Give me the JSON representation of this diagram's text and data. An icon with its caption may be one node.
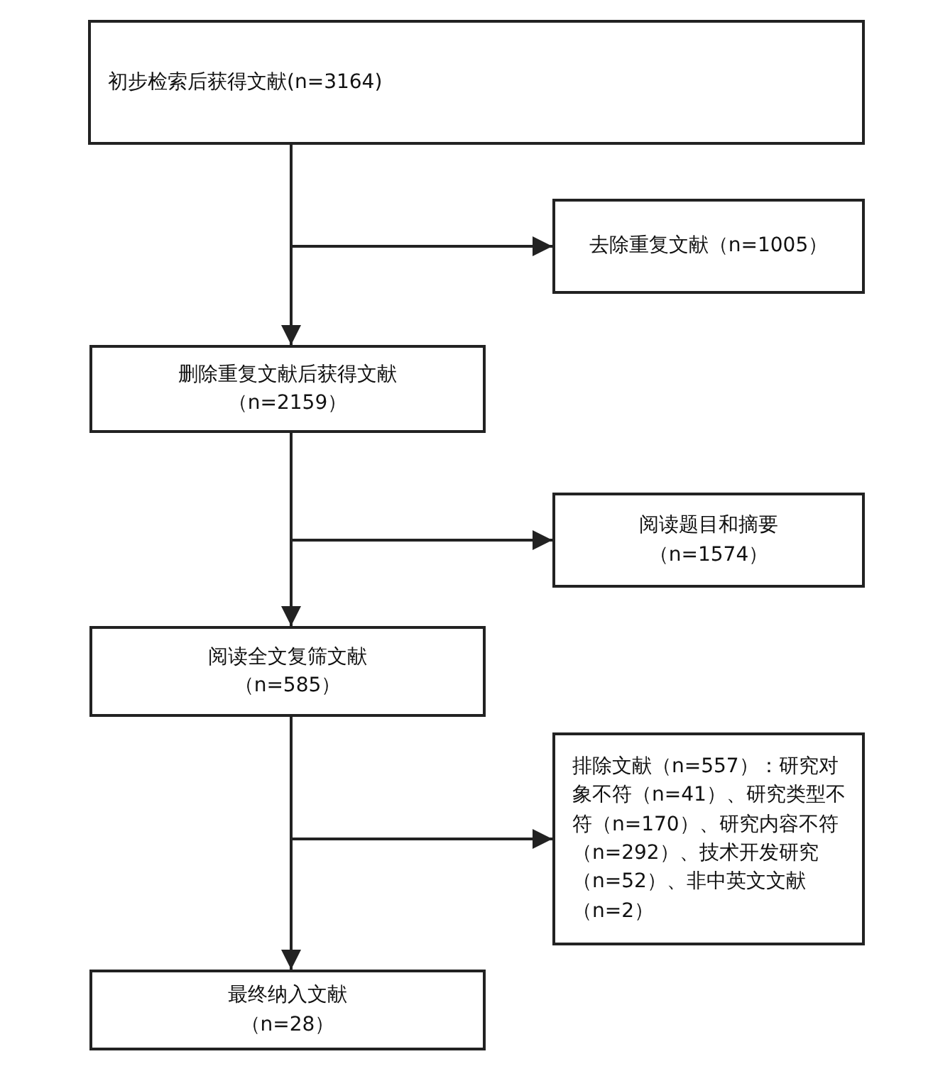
{
  "diagram": {
    "nodes": [
      {
        "text": [
          "初步检索后获得文献(n=3164)"
        ]
      },
      {
        "text": [
          "去除重复文献（n=1005）"
        ]
      },
      {
        "text": [
          "删除重复文献后获得文献（n=2159）"
        ]
      },
      {
        "text": [
          "阅读题目和摘要（n=1574）"
        ]
      },
      {
        "text": [
          "阅读全文复筛文献（n=585）"
        ]
      },
      {
        "text": [
          "排除文献（n=557）：研究对象不符（n=41）、研究类型不符（n=170）、研究内容不符（n=292）、技术开发研究（n=52）、非中英文文献（n=2）"
        ]
      },
      {
        "text": [
          "最终纳入文献（n=28）"
        ]
      }
    ],
    "edges": [
      {
        "from": 0,
        "to": 1,
        "arrow": "to"
      },
      {
        "from": 0,
        "to": 2,
        "arrow": "to"
      },
      {
        "from": 2,
        "to": 3,
        "arrow": "to"
      },
      {
        "from": 2,
        "to": 4,
        "arrow": "to"
      },
      {
        "from": 4,
        "to": 5,
        "arrow": "to"
      },
      {
        "from": 4,
        "to": 6,
        "arrow": "to"
      }
    ]
  }
}
